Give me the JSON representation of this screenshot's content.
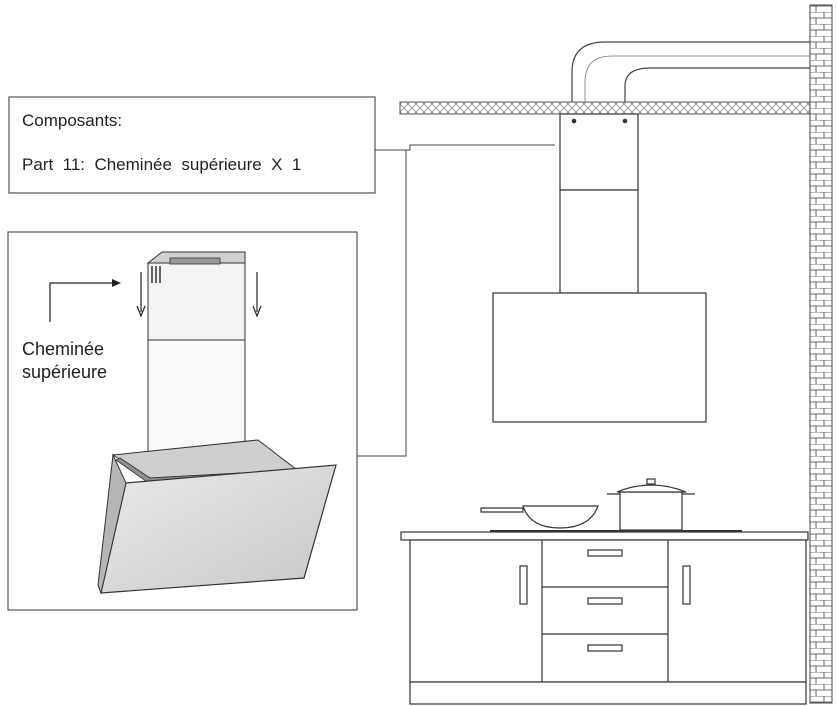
{
  "components_box": {
    "heading": "Composants:",
    "part_line": "Part  11:  Cheminée  supérieure  X  1"
  },
  "detail_box": {
    "label_line1": "Cheminée",
    "label_line2": "supérieure"
  },
  "colors": {
    "line": "#2b2b2b",
    "hatch": "#8a8a8a",
    "glass": "#d9d9d9"
  }
}
